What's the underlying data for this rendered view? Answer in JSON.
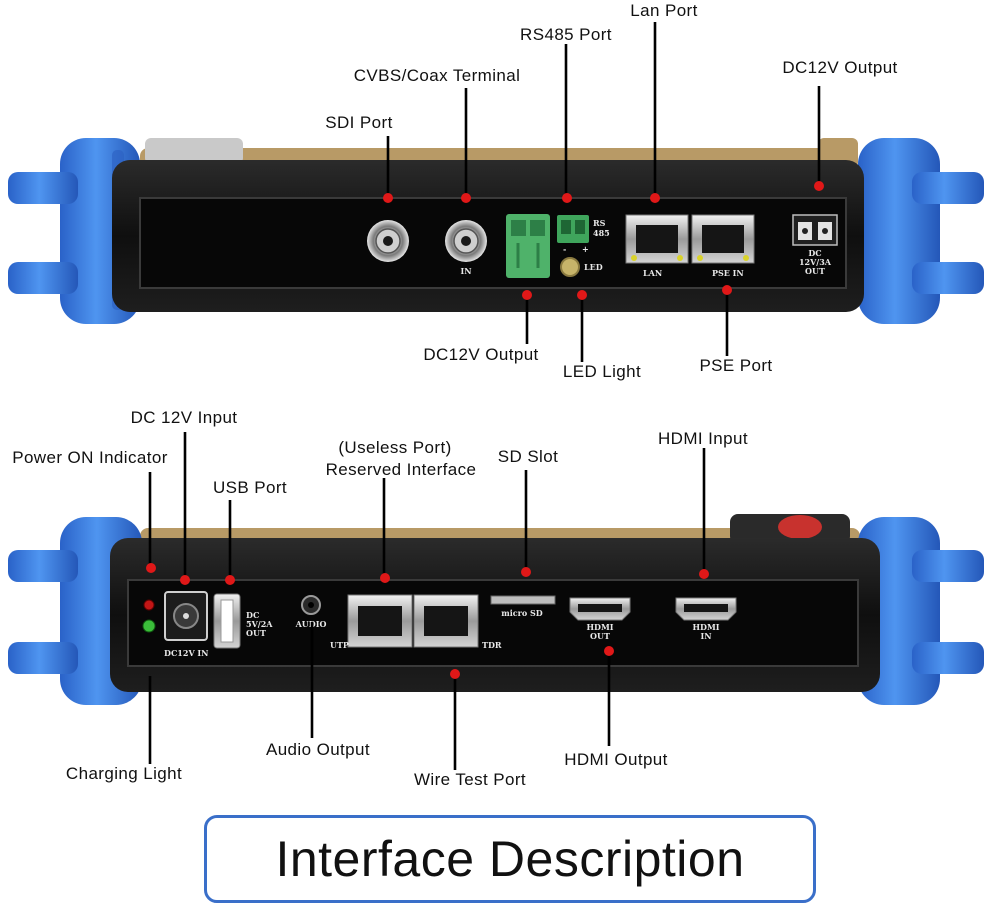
{
  "title": "Interface Description",
  "colors": {
    "bumper": "#3a7be0",
    "body": "#121212",
    "accent_dot": "#e01818",
    "frame": "#3a6fc9"
  },
  "top_panel": {
    "callouts": [
      {
        "id": "lan-port",
        "label": "Lan Port"
      },
      {
        "id": "rs485-port",
        "label": "RS485 Port"
      },
      {
        "id": "cvbs-coax",
        "label": "CVBS/Coax Terminal"
      },
      {
        "id": "dc12v-output-right",
        "label": "DC12V Output"
      },
      {
        "id": "sdi-port",
        "label": "SDI Port"
      },
      {
        "id": "dc12v-output-mid",
        "label": "DC12V Output"
      },
      {
        "id": "led-light",
        "label": "LED Light"
      },
      {
        "id": "pse-port",
        "label": "PSE Port"
      }
    ],
    "markings": {
      "in": "IN",
      "rs": "RS",
      "n485": "485",
      "led": "LED",
      "lan": "LAN",
      "pse_in": "PSE IN",
      "dc_a": "DC",
      "dc_b": "12V/3A",
      "dc_c": "OUT",
      "minus": "-",
      "plus": "+"
    }
  },
  "bottom_panel": {
    "callouts": [
      {
        "id": "dc12v-input",
        "label": "DC 12V Input"
      },
      {
        "id": "power-on",
        "label": "Power ON Indicator"
      },
      {
        "id": "usb-port",
        "label": "USB Port"
      },
      {
        "id": "useless-port",
        "label": "(Useless Port)"
      },
      {
        "id": "reserved-interface",
        "label": "Reserved Interface"
      },
      {
        "id": "sd-slot",
        "label": "SD Slot"
      },
      {
        "id": "hdmi-input",
        "label": "HDMI Input"
      },
      {
        "id": "charging-light",
        "label": "Charging Light"
      },
      {
        "id": "audio-output",
        "label": "Audio Output"
      },
      {
        "id": "wire-test",
        "label": "Wire Test Port"
      },
      {
        "id": "hdmi-output",
        "label": "HDMI Output"
      }
    ],
    "markings": {
      "dc12v_in": "DC12V IN",
      "dc_a": "DC",
      "dc_b": "5V/2A",
      "dc_c": "OUT",
      "audio": "AUDIO",
      "utp": "UTP",
      "tdr": "TDR",
      "micro_sd": "micro SD",
      "hdmi": "HDMI",
      "out": "OUT",
      "in": "IN"
    }
  }
}
